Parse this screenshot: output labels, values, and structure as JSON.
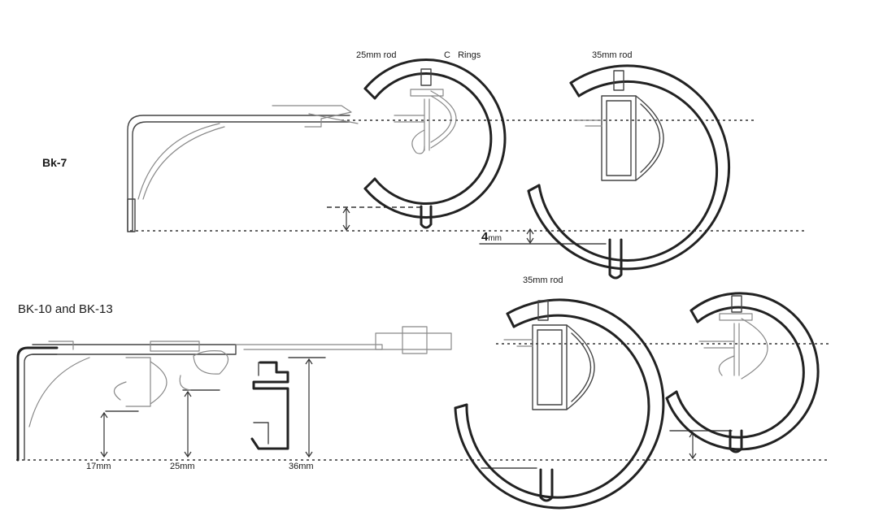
{
  "section_top": {
    "name": "Bk-7",
    "rod_label_left": "25mm rod",
    "rings_label": "C   Rings",
    "rod_label_right": "35mm rod",
    "gap_label": "4",
    "gap_unit": "mm"
  },
  "section_bottom": {
    "name": "BK-10 and BK-13",
    "rod_label": "35mm rod",
    "dim_17": "17mm",
    "dim_25": "25mm",
    "dim_36": "36mm"
  },
  "colors": {
    "line": "#222222",
    "guide": "#333333",
    "bg": "#ffffff"
  }
}
